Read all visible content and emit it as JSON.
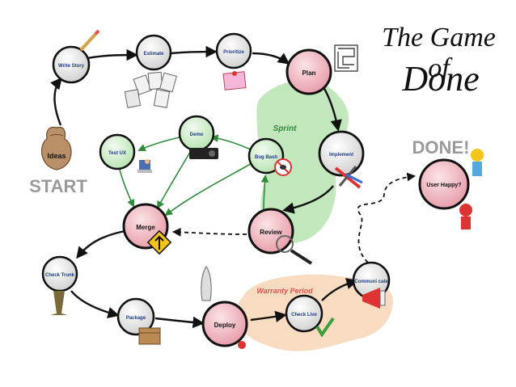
{
  "title": {
    "line1": "The Game of",
    "line2": "Done"
  },
  "labels": {
    "start": "START",
    "done": "DONE!"
  },
  "regions": {
    "sprint": "Sprint",
    "warranty": "Warranty Period"
  },
  "colors": {
    "grey_node": "#e6e6e6",
    "pink_node": "#f0b5bd",
    "green_node": "#c9ecc6",
    "node_ring": "#111111",
    "sprint_region": "#bfe6b8",
    "warranty_region": "#f6d7b8",
    "arrow": "#111111",
    "green_arrow": "#2f8a3a"
  },
  "nodes": [
    {
      "id": "ideas",
      "label": "Ideas",
      "icon": "money-bag-icon"
    },
    {
      "id": "write-story",
      "label": "Write Story",
      "style": "grey",
      "icon": "pencil-icon"
    },
    {
      "id": "estimate",
      "label": "Estimate",
      "style": "grey",
      "icon": "planning-poker-cards-icon"
    },
    {
      "id": "prioritize",
      "label": "Prioritize",
      "style": "grey",
      "icon": "sticky-note-icon"
    },
    {
      "id": "plan",
      "label": "Plan",
      "style": "pink",
      "icon": "maze-icon"
    },
    {
      "id": "implement",
      "label": "Implement",
      "style": "grey",
      "icon": "tools-icon"
    },
    {
      "id": "bug-bash",
      "label": "Bug Bash",
      "style": "green",
      "icon": "no-bugs-icon"
    },
    {
      "id": "demo",
      "label": "Demo",
      "style": "green",
      "icon": "projector-icon"
    },
    {
      "id": "test-ux",
      "label": "Test UX",
      "style": "green",
      "icon": "person-at-computer-icon"
    },
    {
      "id": "merge",
      "label": "Merge",
      "style": "pink",
      "icon": "merge-sign-icon"
    },
    {
      "id": "review",
      "label": "Review",
      "style": "pink",
      "icon": "magnifying-glass-icon"
    },
    {
      "id": "check-trunk",
      "label": "Check Trunk",
      "style": "grey",
      "icon": "tree-trunk-icon"
    },
    {
      "id": "package",
      "label": "Package",
      "style": "grey",
      "icon": "cardboard-box-icon"
    },
    {
      "id": "deploy",
      "label": "Deploy",
      "style": "pink",
      "icon": "rocket-icon"
    },
    {
      "id": "check-live",
      "label": "Check Live",
      "style": "grey",
      "icon": "checkmark-icon"
    },
    {
      "id": "communicate",
      "label": "Communi cate",
      "style": "grey",
      "icon": "megaphone-icon"
    },
    {
      "id": "user-happy",
      "label": "User Happy?",
      "style": "pink",
      "icon": "happy-and-angry-user-icon"
    }
  ]
}
